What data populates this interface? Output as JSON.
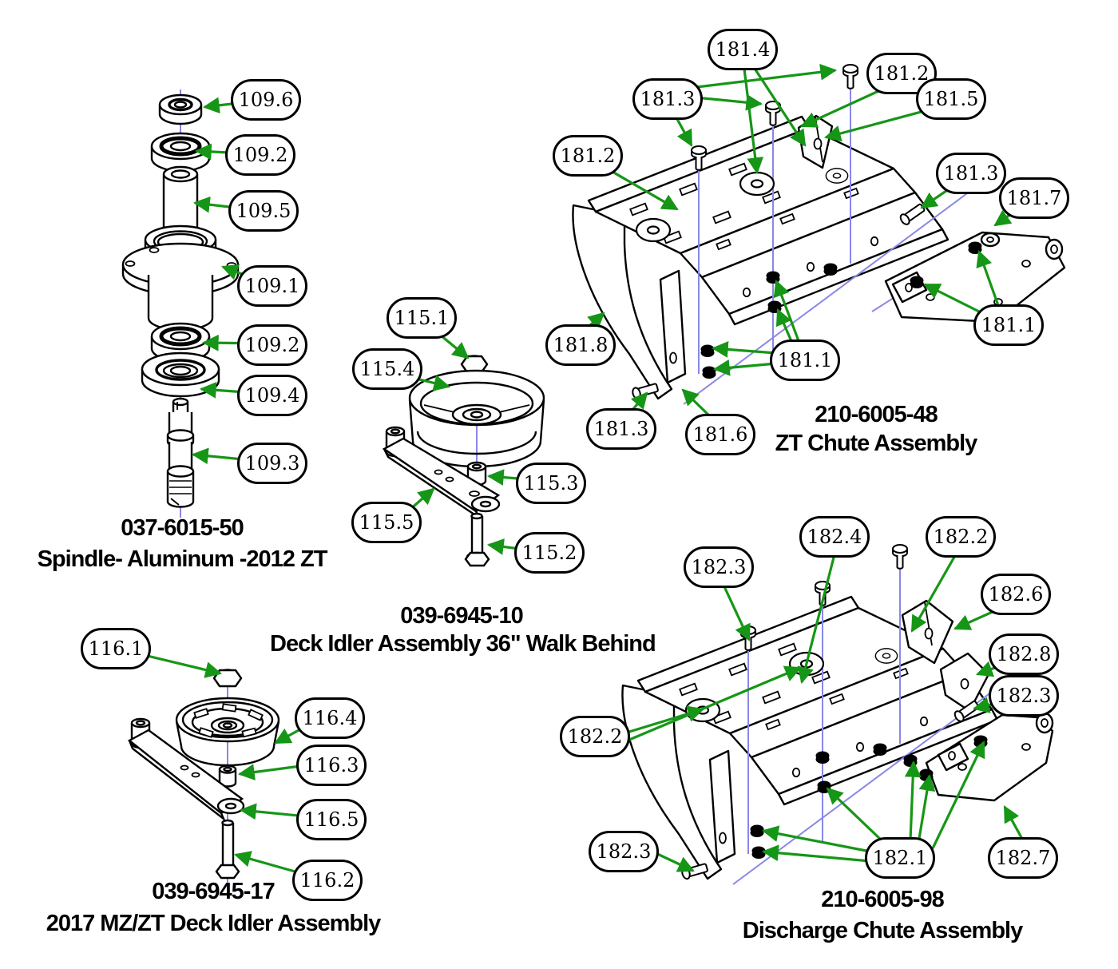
{
  "page": {
    "background": "#ffffff"
  },
  "colors": {
    "arrow_green": "#169616",
    "centerline_blue": "#8888e8",
    "outline_black": "#000000"
  },
  "assemblies": [
    {
      "id": "spindle",
      "part_number": "037-6015-50",
      "title": "Spindle- Aluminum -2012 ZT",
      "callouts": [
        {
          "label": "109.6"
        },
        {
          "label": "109.2"
        },
        {
          "label": "109.5"
        },
        {
          "label": "109.1"
        },
        {
          "label": "109.2"
        },
        {
          "label": "109.4"
        },
        {
          "label": "109.3"
        }
      ]
    },
    {
      "id": "deck-idler-36",
      "part_number": "039-6945-10",
      "title": "Deck Idler Assembly 36\" Walk Behind",
      "callouts": [
        {
          "label": "115.1"
        },
        {
          "label": "115.4"
        },
        {
          "label": "115.3"
        },
        {
          "label": "115.5"
        },
        {
          "label": "115.2"
        }
      ]
    },
    {
      "id": "zt-chute",
      "part_number": "210-6005-48",
      "title": "ZT Chute Assembly",
      "callouts": [
        {
          "label": "181.4"
        },
        {
          "label": "181.3"
        },
        {
          "label": "181.2"
        },
        {
          "label": "181.5"
        },
        {
          "label": "181.2"
        },
        {
          "label": "181.3"
        },
        {
          "label": "181.7"
        },
        {
          "label": "181.8"
        },
        {
          "label": "181.1"
        },
        {
          "label": "181.1"
        },
        {
          "label": "181.3"
        },
        {
          "label": "181.6"
        }
      ]
    },
    {
      "id": "mz-zt-idler",
      "part_number": "039-6945-17",
      "title": "2017 MZ/ZT Deck Idler Assembly",
      "callouts": [
        {
          "label": "116.1"
        },
        {
          "label": "116.4"
        },
        {
          "label": "116.3"
        },
        {
          "label": "116.5"
        },
        {
          "label": "116.2"
        }
      ]
    },
    {
      "id": "discharge-chute",
      "part_number": "210-6005-98",
      "title": "Discharge Chute Assembly",
      "callouts": [
        {
          "label": "182.3"
        },
        {
          "label": "182.4"
        },
        {
          "label": "182.2"
        },
        {
          "label": "182.6"
        },
        {
          "label": "182.8"
        },
        {
          "label": "182.3"
        },
        {
          "label": "182.2"
        },
        {
          "label": "182.3"
        },
        {
          "label": "182.1"
        },
        {
          "label": "182.7"
        }
      ]
    }
  ]
}
